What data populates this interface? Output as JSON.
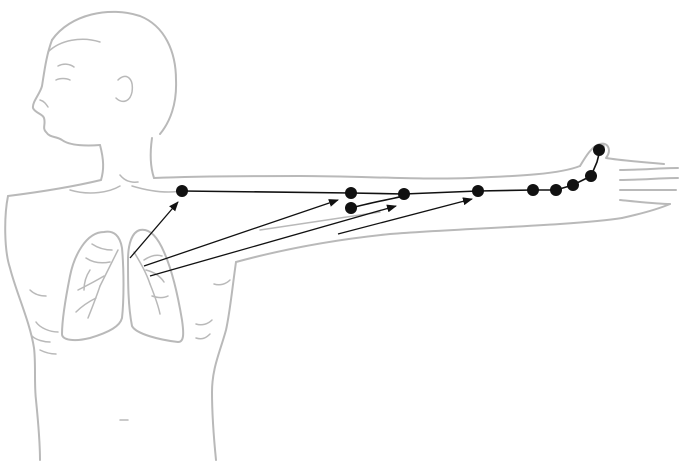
{
  "figure": {
    "colors": {
      "outline": "#b9b9b9",
      "path": "#111111",
      "background": "#ffffff"
    },
    "elements": [
      "human-torso-outline",
      "extended-arm-outline",
      "lungs-outline",
      "arm-path-nodes",
      "lung-to-arm-arrows"
    ]
  }
}
